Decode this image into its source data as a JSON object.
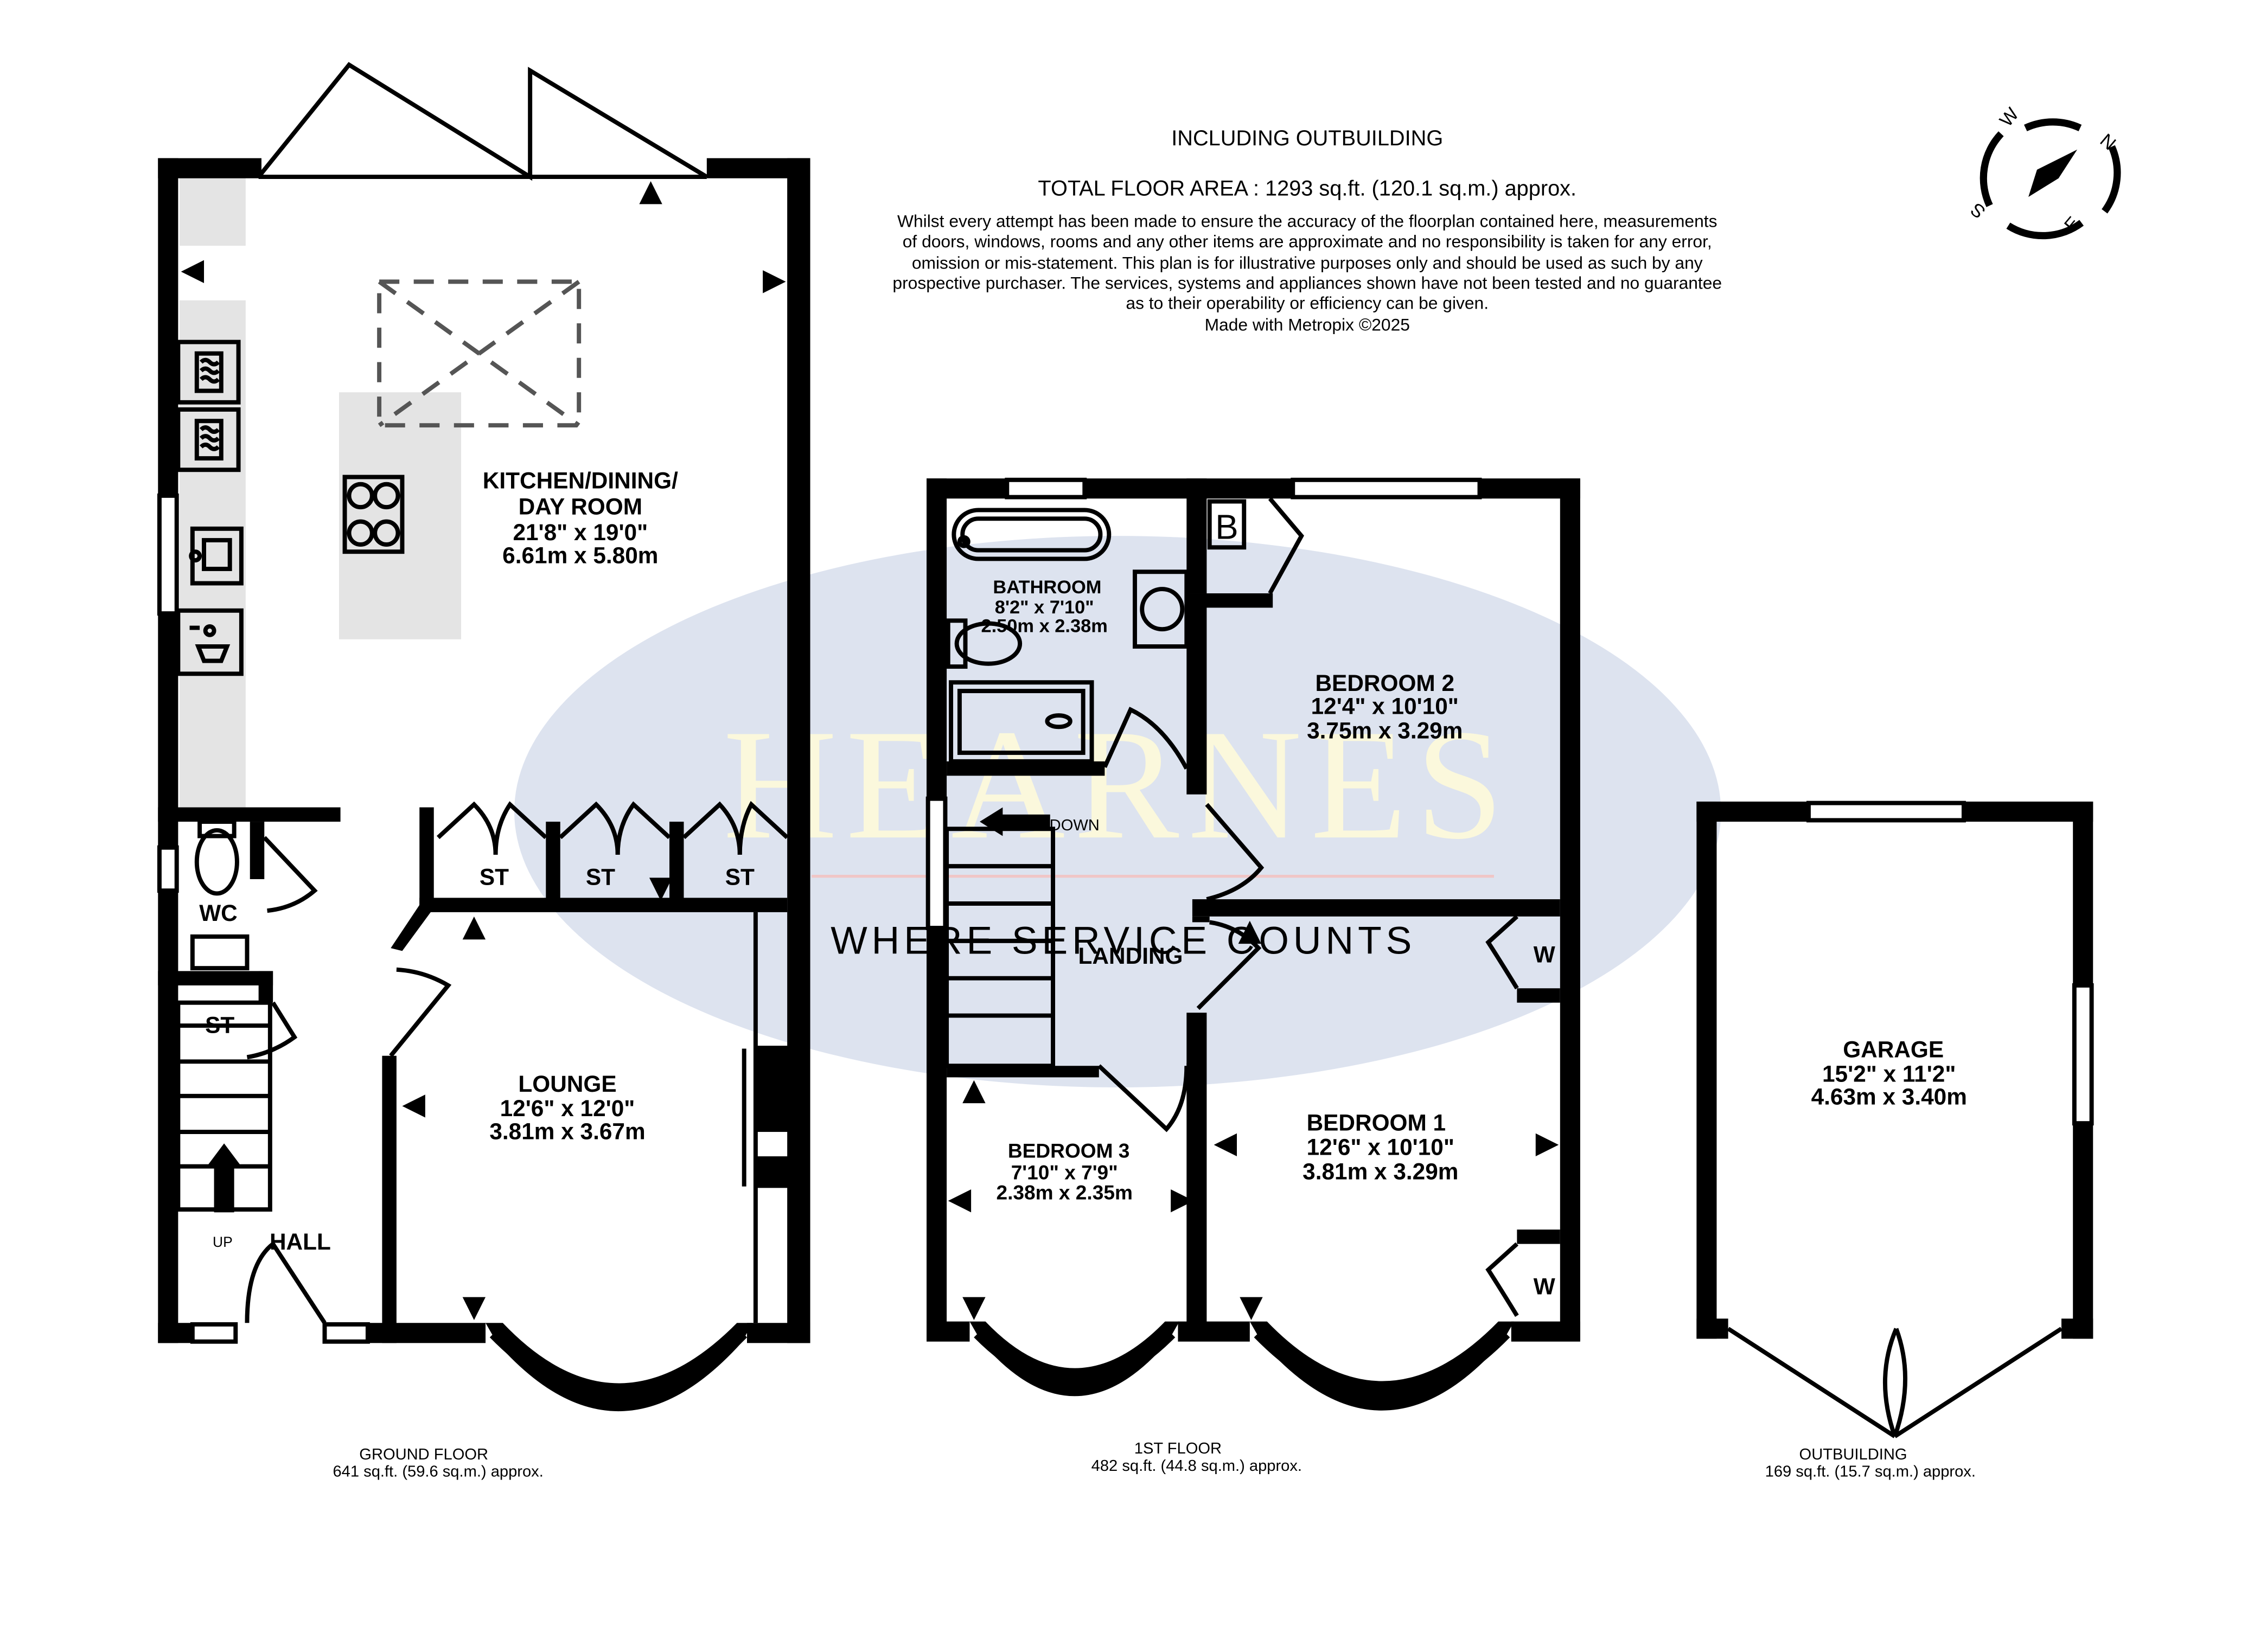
{
  "header": {
    "line1": "INCLUDING OUTBUILDING",
    "line2": "TOTAL FLOOR AREA : 1293 sq.ft. (120.1 sq.m.) approx.",
    "disclaimer": [
      "Whilst every attempt has been made to ensure the accuracy of the floorplan contained here, measurements",
      "of doors, windows, rooms and any other items are approximate and no responsibility is taken for any error,",
      "omission or mis-statement. This plan is for illustrative purposes only and should be used as such by any",
      "prospective purchaser. The services, systems and appliances shown have not been tested and no guarantee",
      "as to their operability or efficiency can be given.",
      "Made with Metropix ©2025"
    ]
  },
  "compass": {
    "n": "N",
    "e": "E",
    "s": "S",
    "w": "W"
  },
  "watermark": {
    "brand": "HEARNES",
    "tagline": "WHERE SERVICE COUNTS",
    "color": "#dde3ef"
  },
  "rooms": {
    "kitchen": {
      "name1": "KITCHEN/DINING/",
      "name2": "DAY ROOM",
      "imperial": "21'8\"  x 19'0\"",
      "metric": "6.61m  x 5.80m"
    },
    "lounge": {
      "name": "LOUNGE",
      "imperial": "12'6\"  x 12'0\"",
      "metric": "3.81m  x 3.67m"
    },
    "wc": {
      "name": "WC"
    },
    "hall": {
      "name": "HALL",
      "up": "UP"
    },
    "st_hall": {
      "name": "ST"
    },
    "st1": {
      "name": "ST"
    },
    "st2": {
      "name": "ST"
    },
    "st3": {
      "name": "ST"
    },
    "bathroom": {
      "name": "BATHROOM",
      "imperial": "8'2\"  x 7'10\"",
      "metric": "2.50m  x 2.38m"
    },
    "bedroom2": {
      "name": "BEDROOM 2",
      "imperial": "12'4\"  x 10'10\"",
      "metric": "3.75m  x 3.29m"
    },
    "landing": {
      "name": "LANDING",
      "down": "DOWN"
    },
    "bedroom3": {
      "name": "BEDROOM 3",
      "imperial": "7'10\"  x 7'9\"",
      "metric": "2.38m  x 2.35m"
    },
    "bedroom1": {
      "name": "BEDROOM 1",
      "imperial": "12'6\"  x 10'10\"",
      "metric": "3.81m  x 3.29m"
    },
    "w1": {
      "name": "W"
    },
    "w2": {
      "name": "W"
    },
    "boiler": {
      "name": "B"
    },
    "garage": {
      "name": "GARAGE",
      "imperial": "15'2\"  x 11'2\"",
      "metric": "4.63m  x 3.40m"
    }
  },
  "floors": {
    "ground": {
      "name": "GROUND FLOOR",
      "area": "641 sq.ft. (59.6 sq.m.) approx."
    },
    "first": {
      "name": "1ST FLOOR",
      "area": "482 sq.ft. (44.8 sq.m.) approx."
    },
    "outbuilding": {
      "name": "OUTBUILDING",
      "area": "169 sq.ft. (15.7 sq.m.) approx."
    }
  }
}
